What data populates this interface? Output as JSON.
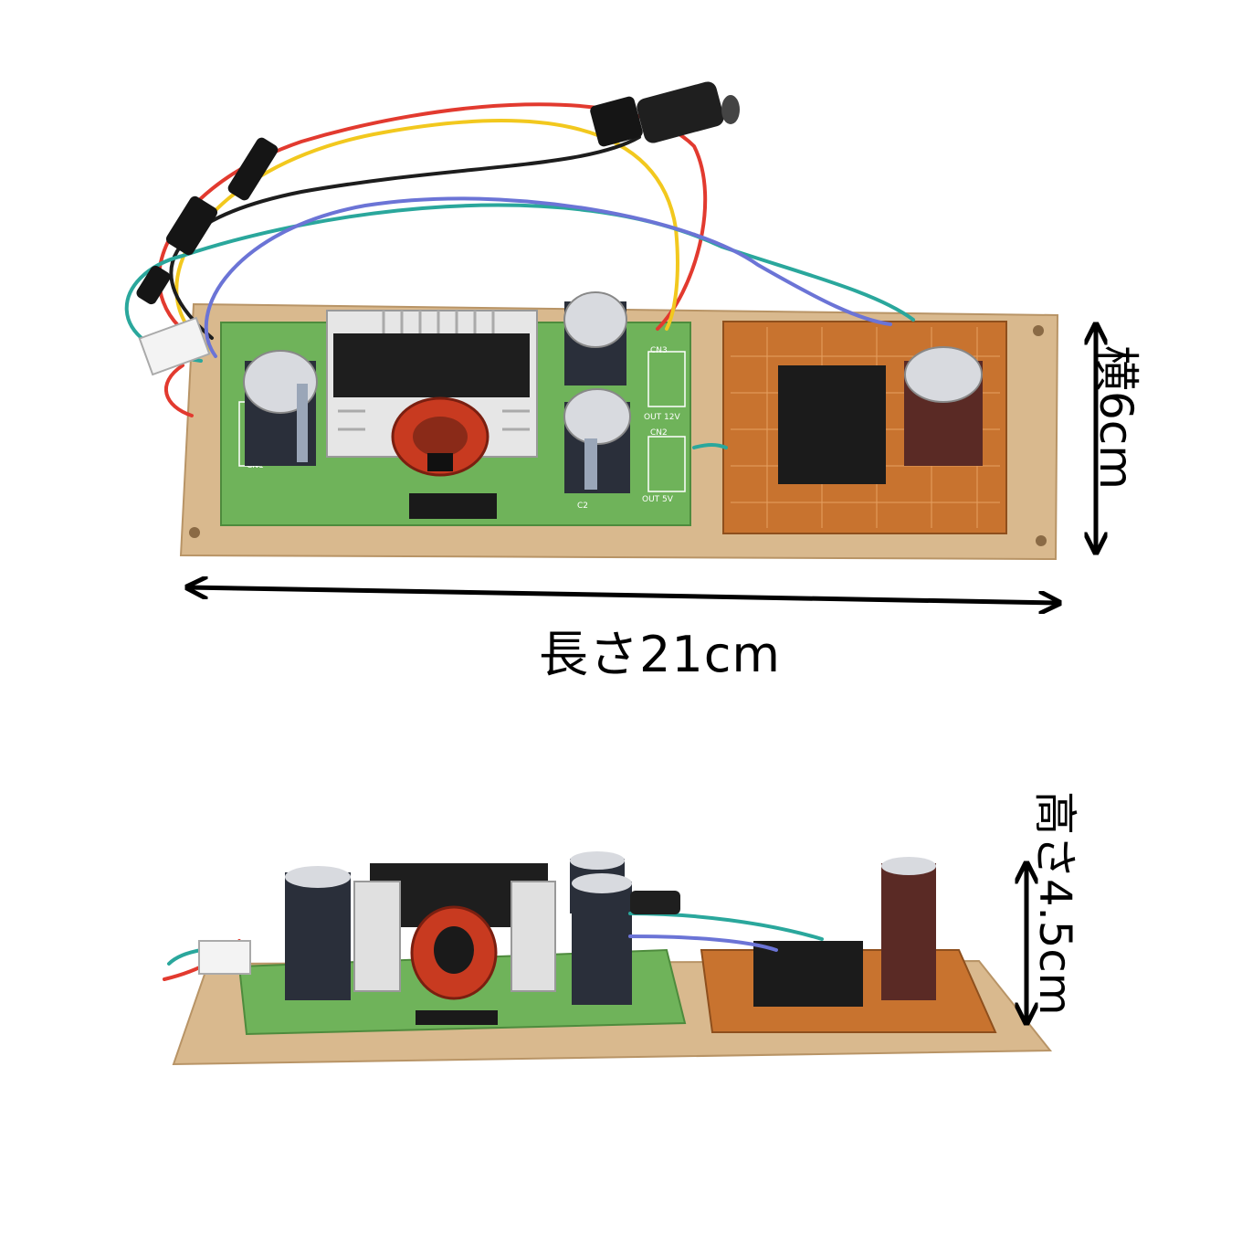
{
  "dimensions": {
    "length_label": "長さ21cm",
    "width_label": "横6cm",
    "height_label": "高さ4.5cm"
  },
  "board_silkscreen": {
    "cn1": "CN1",
    "cn2": "CN2",
    "cn3": "CN3",
    "c2": "C2",
    "out_12v": "OUT 12V",
    "out_5v": "OUT 5V"
  },
  "colors": {
    "base_board": "#d9b98e",
    "pcb_green": "#6fb35a",
    "perfboard": "#c8732f",
    "wire_red": "#e23a2f",
    "wire_teal": "#2aa79c",
    "wire_yellow": "#f2c81e",
    "wire_blue": "#6b74d6",
    "arrow": "#000000"
  }
}
